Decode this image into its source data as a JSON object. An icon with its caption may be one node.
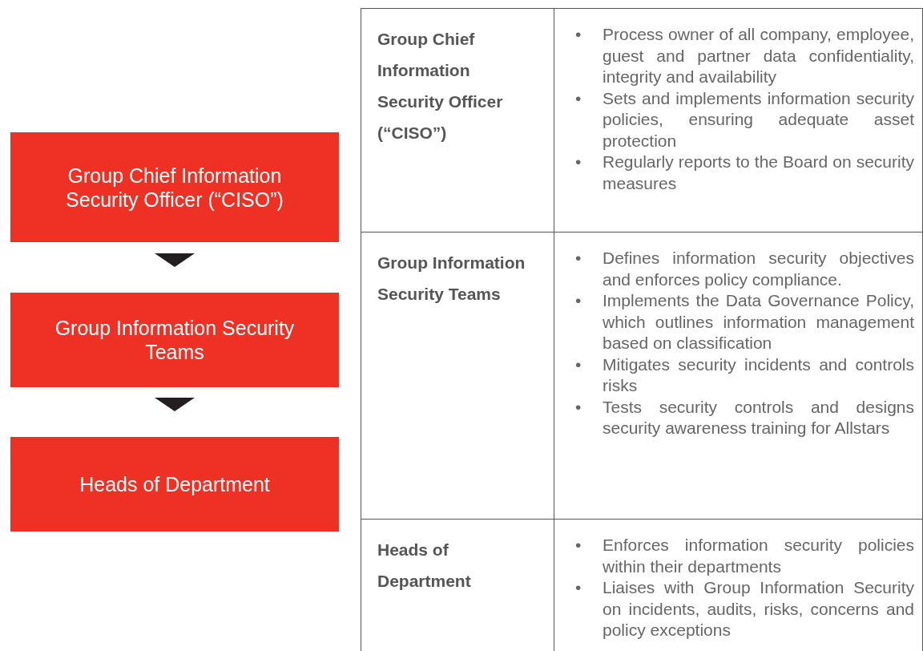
{
  "diagram": {
    "nodes": [
      {
        "text": [
          "Group Chief Information Security Officer (“CISO”)"
        ]
      },
      {
        "text": [
          "Group Information Security Teams"
        ]
      },
      {
        "text": [
          "Heads of Department"
        ]
      }
    ],
    "edges": [
      {
        "from": 0,
        "to": 1,
        "arrow": "to"
      },
      {
        "from": 1,
        "to": 2,
        "arrow": "to"
      }
    ],
    "labels": [
      "Group Chief Information Security Officer (“CISO”)",
      "•",
      "Process owner of all company, employee, guest and partner data confidentiality, integrity and availability",
      "•",
      "Sets and implements information security policies, ensuring adequate asset protection",
      "•",
      "Regularly reports to the Board on security measures",
      "Group Information Security Teams",
      "•",
      "Defines information security objectives and enforces policy compliance.",
      "•",
      "Implements the Data Governance Policy, which outlines information management based on classification",
      "•",
      "Mitigates security incidents and controls risks",
      "•",
      "Tests security controls and designs security awareness training for Allstars",
      "Heads of Department",
      "•",
      "Enforces information security policies within their departments",
      "•",
      "Liaises with Group Information Security on incidents, audits, risks, concerns and policy exceptions"
    ]
  }
}
